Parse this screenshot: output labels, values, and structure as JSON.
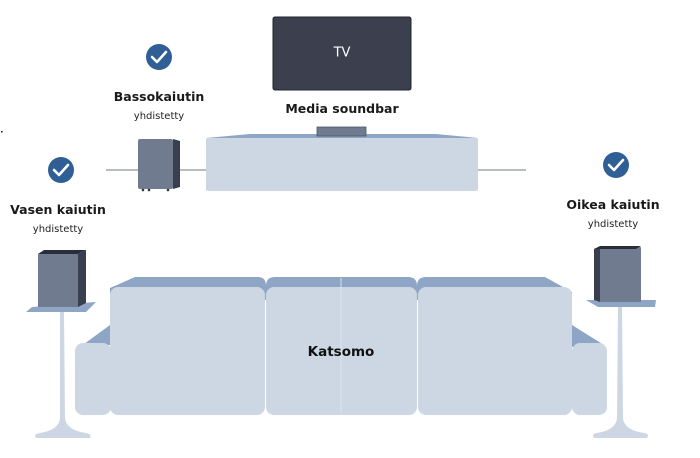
{
  "tv": {
    "label": "TV"
  },
  "soundbar": {
    "label": "Media soundbar"
  },
  "devices": {
    "subwoofer": {
      "name": "Bassokaiutin",
      "status": "yhdistetty",
      "connected": true
    },
    "left": {
      "name": "Vasen kaiutin",
      "status": "yhdistetty",
      "connected": true
    },
    "right": {
      "name": "Oikea kaiutin",
      "status": "yhdistetty",
      "connected": true
    }
  },
  "room": {
    "label": "Katsomo"
  },
  "colors": {
    "check_badge": "#2f5f95",
    "tv_screen": "#3b3f4e",
    "furniture_light": "#cdd7e4",
    "furniture_shadow": "#8ea5c6",
    "speaker_front": "#717b90",
    "speaker_side": "#3a3f50",
    "cable": "#a0a6b2"
  }
}
